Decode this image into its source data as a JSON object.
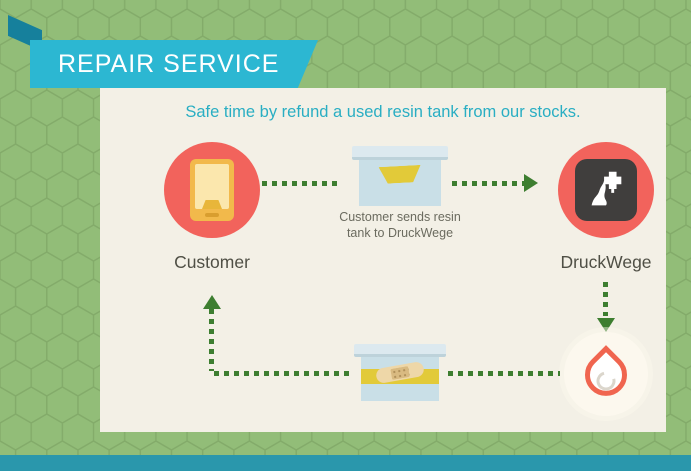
{
  "ribbon": {
    "title": "REPAIR SERVICE"
  },
  "panel": {
    "headline": "Safe time by refund a used resin tank from our stocks.",
    "caption": {
      "line1": "Customer sends resin",
      "line2": "tank to DruckWege"
    },
    "labels": {
      "customer": "Customer",
      "druckwege": "DruckWege"
    }
  },
  "icons": {
    "tablet": "tablet-icon (css rounded rect)",
    "printer": "3d-printer-icon (white svg on dark square)",
    "resin_tank": "resin-tank-icon (box with yellow flap)",
    "repaired_tank": "repaired-tank-icon (box with yellow band and bandage)",
    "droplet": "resin-droplet-icon (coral teardrop outline)",
    "arrow_right": "css-triangle",
    "arrow_down": "css-triangle",
    "arrow_up": "css-triangle",
    "dotted_line": "green dashed connector"
  },
  "colors": {
    "background_green": "#92bd78",
    "hex_outline_green": "#83ab6a",
    "ribbon_teal": "#2cb7d2",
    "ribbon_fold_teal": "#16809c",
    "panel_cream": "#f3f0e6",
    "headline_teal": "#29aec3",
    "accent_coral": "#f2635c",
    "arrow_green": "#3d7e30",
    "tank_blue": "#c9dfe7",
    "tank_yellow": "#e2ca39",
    "footer_teal": "#2a97ac"
  }
}
